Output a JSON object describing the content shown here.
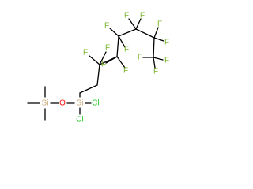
{
  "molecule": {
    "colors": {
      "fluorine": "#78b728",
      "chlorine": "#27c628",
      "silicon": "#c7a777",
      "oxygen": "#ff0d0d",
      "bond": "#000000"
    },
    "atom_labels": {
      "F1": "F",
      "F2": "F",
      "F3": "F",
      "F4": "F",
      "F5": "F",
      "F6": "F",
      "F7": "F",
      "F8": "F",
      "F9": "F",
      "F10": "F",
      "F11": "F",
      "F12": "F",
      "F13": "F",
      "Si1": "Si",
      "O1": "O",
      "Si2": "Si",
      "Cl1": "Cl",
      "Cl2": "Cl"
    }
  }
}
